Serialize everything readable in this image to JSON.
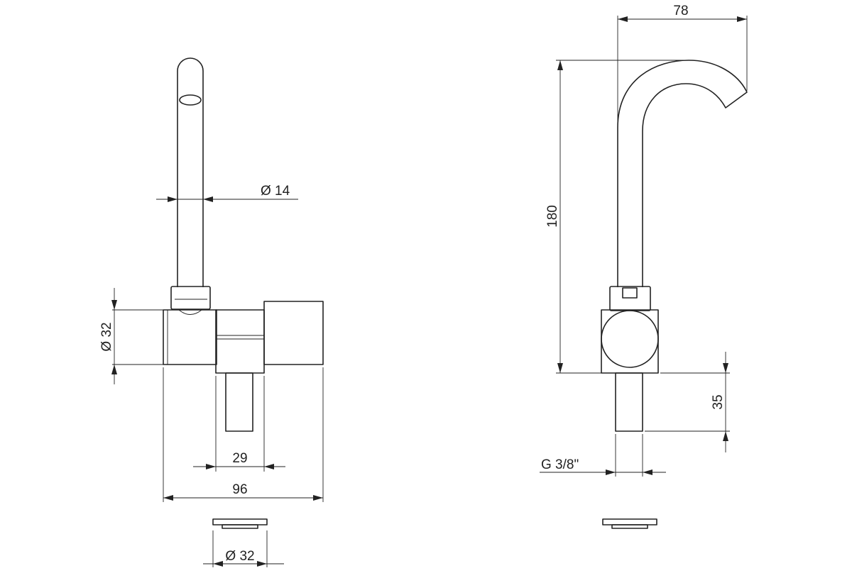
{
  "dimensions": {
    "spout_diameter": "Ø 14",
    "body_diameter": "Ø 32",
    "shank_width": "29",
    "overall_width": "96",
    "base_diameter": "Ø 32",
    "spout_reach": "78",
    "overall_height": "180",
    "shank_length": "35",
    "thread": "G 3/8\""
  }
}
